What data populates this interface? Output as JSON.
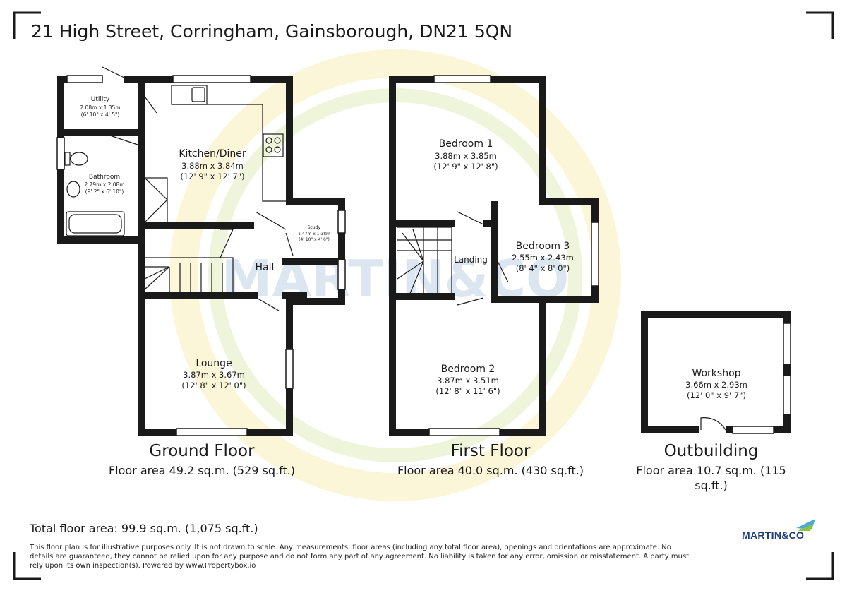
{
  "header": {
    "address": "21 High Street, Corringham, Gainsborough, DN21 5QN"
  },
  "watermark": {
    "text": "MARTIN&CO"
  },
  "floors": [
    {
      "title": "Ground Floor",
      "area": "Floor area 49.2 sq.m. (529 sq.ft.)",
      "rooms": [
        {
          "name": "Utility",
          "metric": "2.08m x 1.35m",
          "imperial": "(6' 10\" x 4' 5\")"
        },
        {
          "name": "Kitchen/Diner",
          "metric": "3.88m x 3.84m",
          "imperial": "(12' 9\" x 12' 7\")"
        },
        {
          "name": "Bathroom",
          "metric": "2.79m x 2.08m",
          "imperial": "(9' 2\" x 6' 10\")"
        },
        {
          "name": "Study",
          "metric": "1.47m x 1.38m",
          "imperial": "(4' 10\" x 4' 6\")"
        },
        {
          "name": "Hall"
        },
        {
          "name": "Lounge",
          "metric": "3.87m x 3.67m",
          "imperial": "(12' 8\" x 12' 0\")"
        }
      ]
    },
    {
      "title": "First Floor",
      "area": "Floor area 40.0 sq.m. (430 sq.ft.)",
      "rooms": [
        {
          "name": "Bedroom 1",
          "metric": "3.88m x 3.85m",
          "imperial": "(12' 9\" x 12' 8\")"
        },
        {
          "name": "Bedroom 3",
          "metric": "2.55m x 2.43m",
          "imperial": "(8' 4\" x 8' 0\")"
        },
        {
          "name": "Landing"
        },
        {
          "name": "Bedroom 2",
          "metric": "3.87m x 3.51m",
          "imperial": "(12' 8\" x 11' 6\")"
        }
      ]
    },
    {
      "title": "Outbuilding",
      "area": "Floor area 10.7 sq.m. (115 sq.ft.)",
      "rooms": [
        {
          "name": "Workshop",
          "metric": "3.66m x 2.93m",
          "imperial": "(12' 0\" x 9' 7\")"
        }
      ]
    }
  ],
  "footer": {
    "total": "Total floor area: 99.9 sq.m. (1,075 sq.ft.)",
    "disclaimer": "This floor plan is for illustrative purposes only. It is not drawn to scale. Any measurements, floor areas (including any total floor area), openings and orientations are approximate. No details are guaranteed, they cannot be relied upon for any purpose and do not form any part of any agreement. No liability is taken for any error, omission or misstatement. A party must rely upon its own inspection(s). Powered by www.Propertybox.io",
    "brand": "MARTIN&CO"
  },
  "colors": {
    "wall": "#1a1a1a",
    "watermark_blue": "#d8e4f0",
    "watermark_green": "#eef4d6",
    "watermark_yellow": "#fbf6d4",
    "brand": "#1c3d7a",
    "brand_accent": "#4aa8d8"
  }
}
